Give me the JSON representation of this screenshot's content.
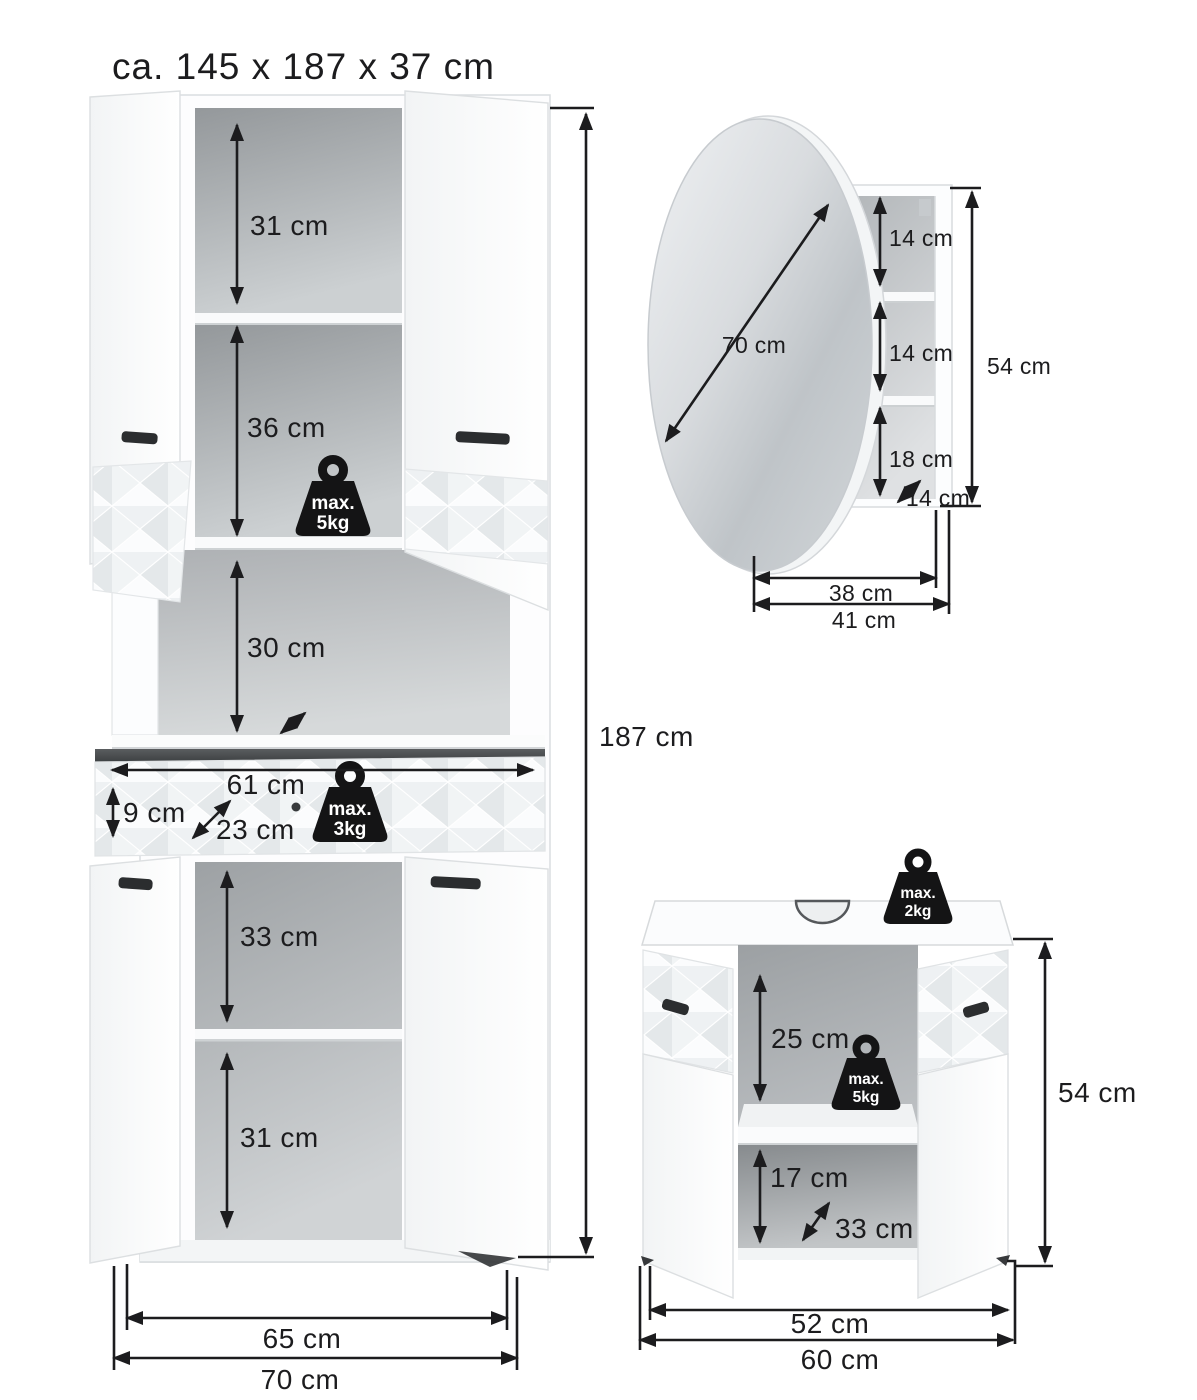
{
  "title": "ca. 145 x 187 x 37 cm",
  "colors": {
    "ink": "#1c1c1e",
    "background": "#ffffff"
  },
  "tall_cabinet": {
    "dims": {
      "top_shelf": "31 cm",
      "middle_shelf": "36 cm",
      "open_niche": "30 cm",
      "drawer_width": "61 cm",
      "drawer_front_height": "9 cm",
      "drawer_depth": "23 cm",
      "lower_upper_shelf": "33 cm",
      "lower_bottom_shelf": "31 cm",
      "total_height": "187 cm",
      "inner_width": "65 cm",
      "total_width": "70 cm"
    },
    "weights": {
      "shelf": {
        "line1": "max.",
        "line2": "5kg"
      },
      "drawer": {
        "line1": "max.",
        "line2": "3kg"
      }
    }
  },
  "mirror_cabinet": {
    "dims": {
      "mirror_diameter": "70 cm",
      "compartment_top": "14 cm",
      "compartment_middle": "14 cm",
      "compartment_bottom": "18 cm",
      "depth": "14 cm",
      "height": "54 cm",
      "inner_width": "38 cm",
      "total_width": "41 cm"
    }
  },
  "vanity_cabinet": {
    "dims": {
      "upper_clearance": "25 cm",
      "lower_shelf": "17 cm",
      "depth": "33 cm",
      "height": "54 cm",
      "inner_width": "52 cm",
      "total_width": "60 cm"
    },
    "weights": {
      "top": {
        "line1": "max.",
        "line2": "2kg"
      },
      "shelf": {
        "line1": "max.",
        "line2": "5kg"
      }
    }
  }
}
